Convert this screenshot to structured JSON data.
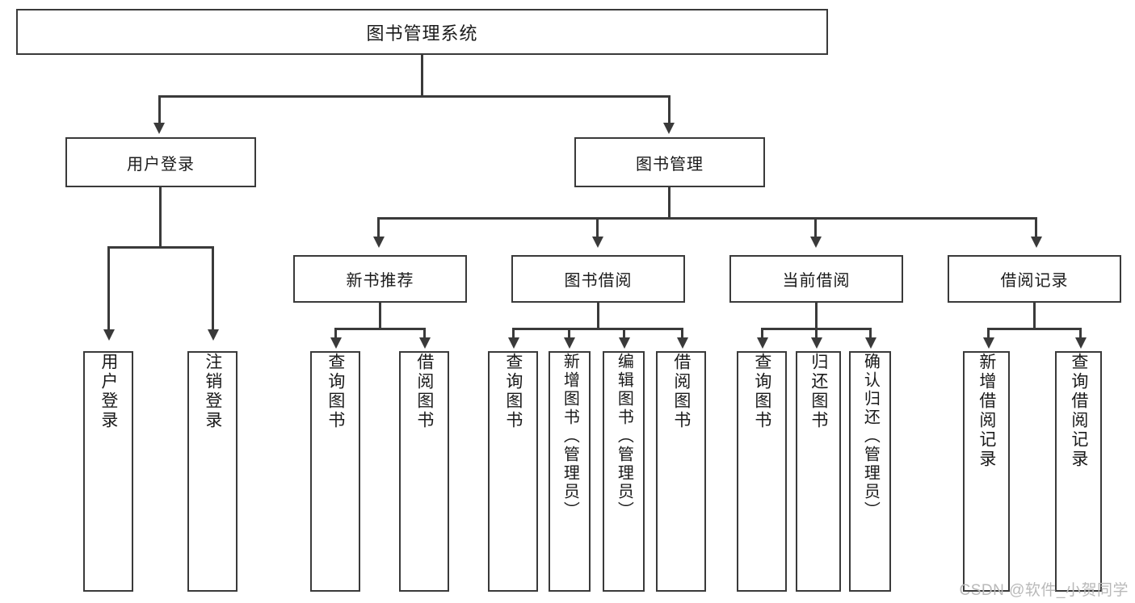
{
  "diagram": {
    "title": "图书管理系统",
    "watermark": "CSDN @软件_小贺同学",
    "level2": {
      "user_login": "用户登录",
      "book_manage": "图书管理"
    },
    "level3": {
      "new_book_recommend": "新书推荐",
      "book_borrow": "图书借阅",
      "current_borrow": "当前借阅",
      "borrow_record": "借阅记录"
    },
    "leaves": {
      "user_login_1": "用户登录",
      "user_login_2": "注销登录",
      "recommend_1": "查询图书",
      "recommend_2": "借阅图书",
      "borrow_1": "查询图书",
      "borrow_2": "新增图书（管理员）",
      "borrow_3": "编辑图书（管理员）",
      "borrow_4": "借阅图书",
      "current_1": "查询图书",
      "current_2": "归还图书",
      "current_3": "确认归还（管理员）",
      "record_1": "新增借阅记录",
      "record_2": "查询借阅记录"
    }
  }
}
